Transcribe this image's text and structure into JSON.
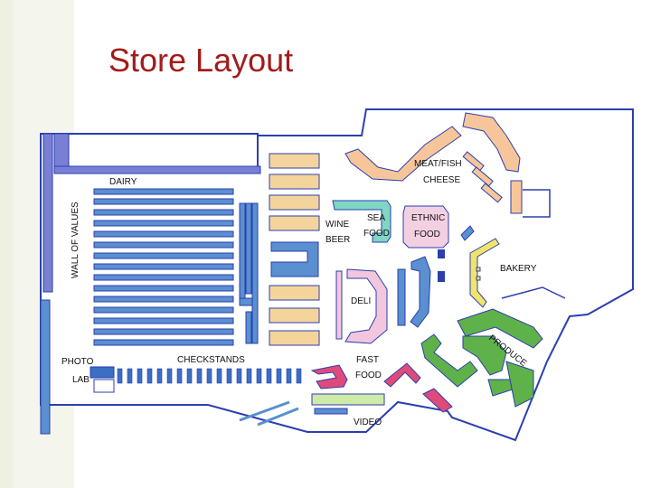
{
  "slide": {
    "title": "Store Layout"
  },
  "colors": {
    "title": "#a31b1b",
    "wall_outline": "#2b3fae",
    "shelving": "#5a8fd0",
    "checkout": "#3a6fc4",
    "center_island": "#f5d49c",
    "meat_counter": "#f6c69a",
    "deli": "#f2c6dc",
    "seafood": "#7fd6c4",
    "ethnic": "#f2d0e2",
    "bakery": "#f0e46a",
    "produce": "#5fb14a",
    "fast_food": "#e04a7a",
    "wall_of_values": "#7a7fd6"
  },
  "labels": {
    "dairy": "DAIRY",
    "wall_of_values": "WALL OF VALUES",
    "meat_fish": "MEAT/FISH",
    "cheese": "CHEESE",
    "wine": "WINE",
    "beer": "BEER",
    "sea": "SEA",
    "food_sea": "FOOD",
    "ethnic": "ETHNIC",
    "food_ethnic": "FOOD",
    "bakery": "BAKERY",
    "deli": "DELI",
    "produce": "PRODUCE",
    "photo": "PHOTO",
    "lab": "LAB",
    "checkstands": "CHECKSTANDS",
    "fast": "FAST",
    "food_fast": "FOOD",
    "video": "VIDEO"
  }
}
